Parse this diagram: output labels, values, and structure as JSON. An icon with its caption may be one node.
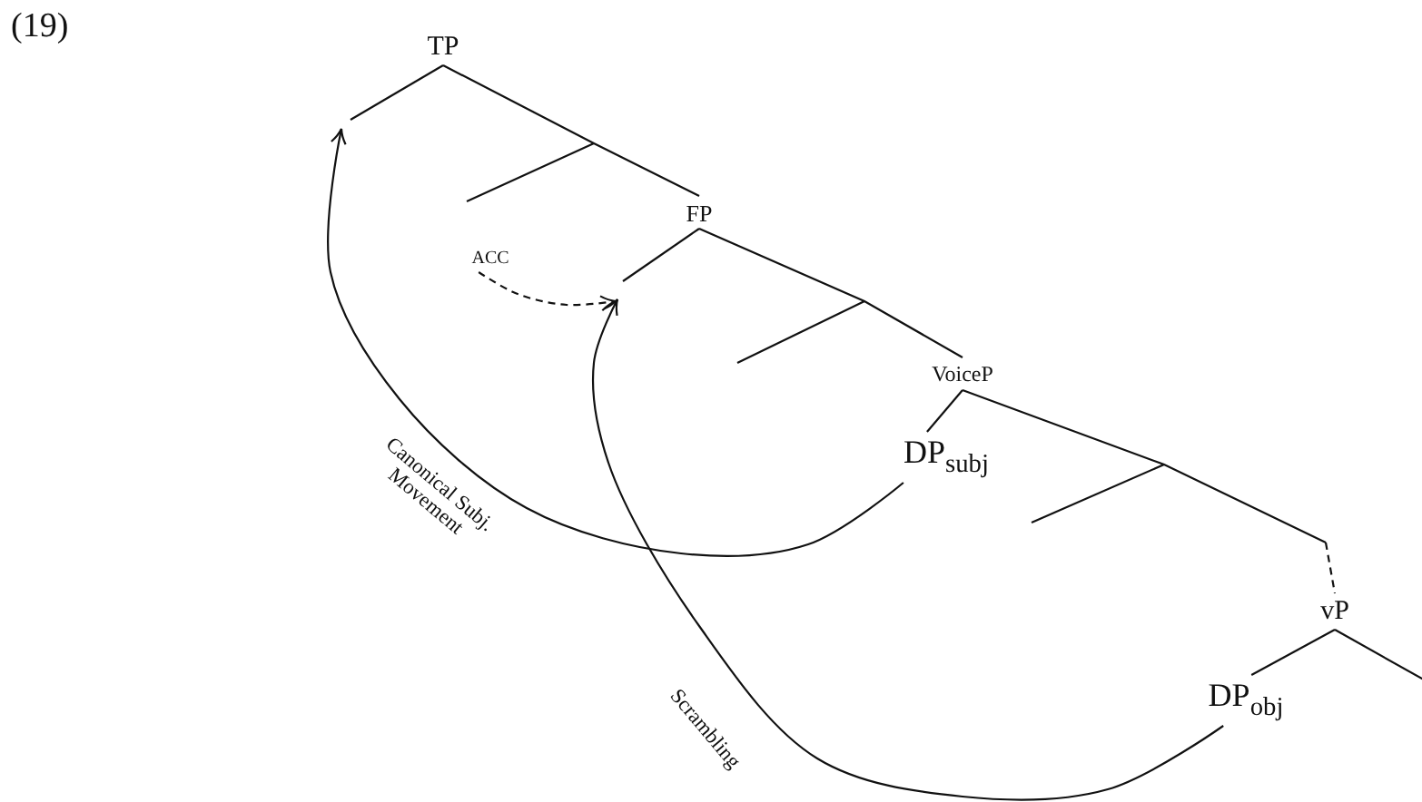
{
  "diagram": {
    "nodes": [
      {
        "text": [
          "TP"
        ]
      },
      {
        "text": [
          "FP"
        ]
      },
      {
        "text": [
          "VoiceP"
        ]
      },
      {
        "text": [
          "DP$_{subj}$"
        ]
      },
      {
        "text": [
          "vP"
        ]
      },
      {
        "text": [
          "DP$_{obj}$"
        ]
      },
      {
        "text": [
          "ACC"
        ]
      }
    ],
    "edges": [
      {
        "from": 0,
        "to": 1,
        "arrow": "none"
      },
      {
        "from": 1,
        "to": 2,
        "arrow": "none"
      },
      {
        "from": 2,
        "to": 3,
        "arrow": "none"
      },
      {
        "from": 2,
        "to": 4,
        "arrow": "none",
        "style": "dashed"
      },
      {
        "from": 4,
        "to": 5,
        "arrow": "none"
      },
      {
        "from": 3,
        "to": null,
        "arrow": "to",
        "label": "Canonical Subj. Movement"
      },
      {
        "from": 5,
        "to": null,
        "arrow": "to",
        "label": "Scrambling"
      },
      {
        "from": 6,
        "to": null,
        "arrow": "to",
        "style": "dashed"
      }
    ],
    "labels": [
      "(19)"
    ]
  }
}
